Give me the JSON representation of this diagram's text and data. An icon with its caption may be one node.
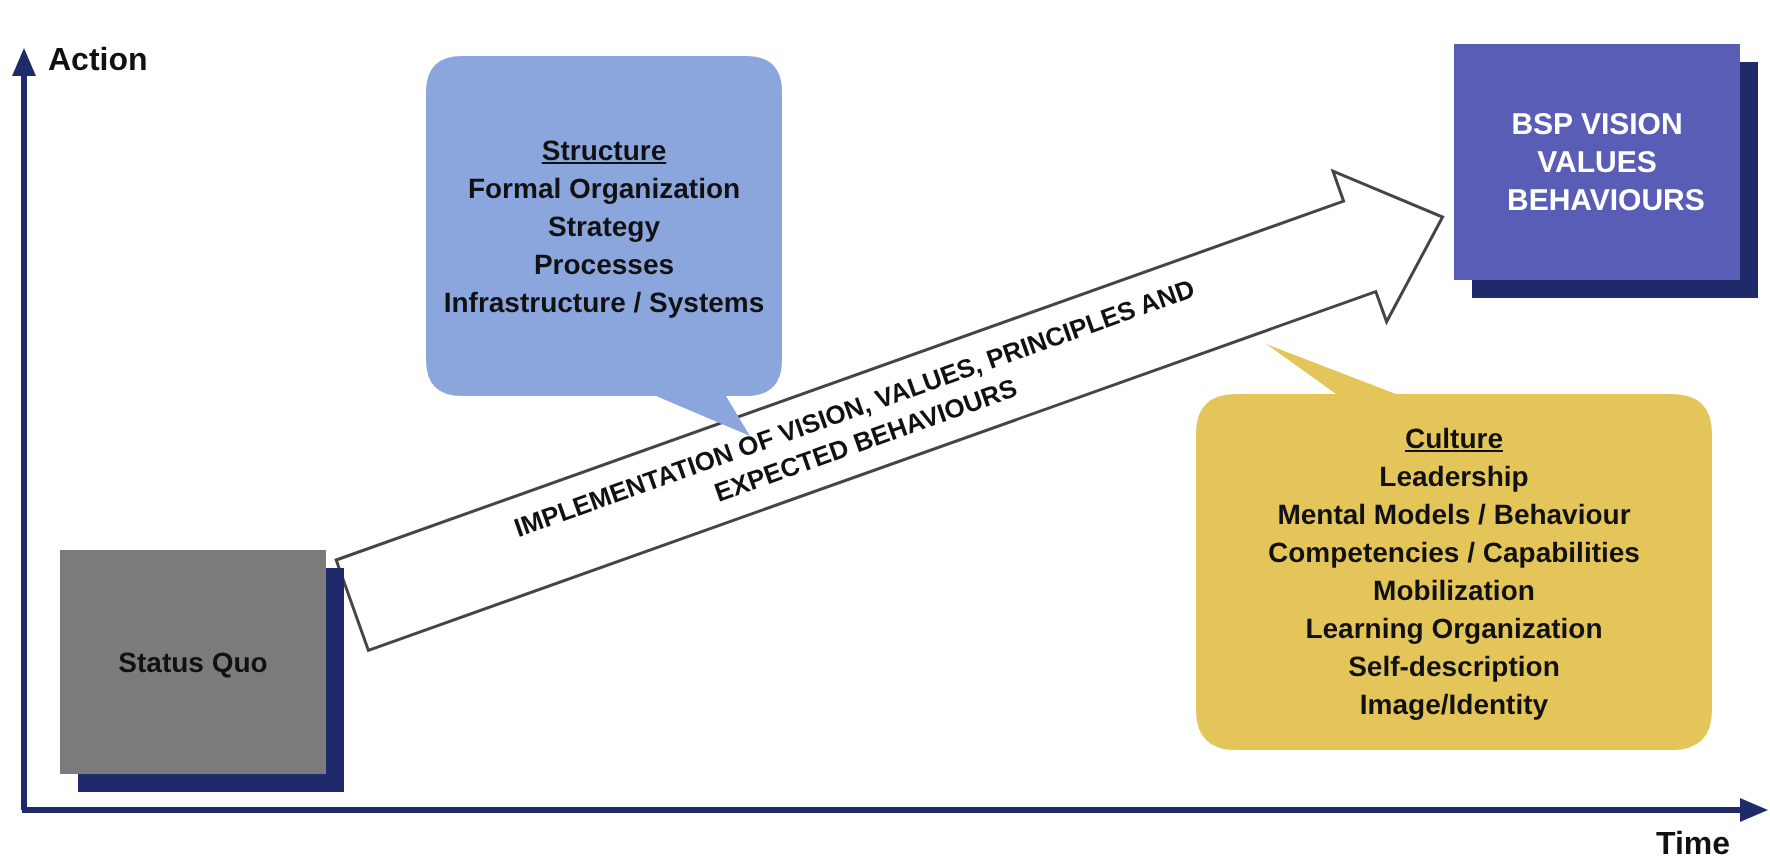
{
  "diagram": {
    "nodes": [
      {
        "text": [
          "Status Quo"
        ]
      },
      {
        "text": [
          "BSP VISION VALUES BEHAVIOURS"
        ]
      },
      {
        "text": [
          "Structure",
          "Formal Organization",
          "Strategy",
          "Processes",
          "Infrastructure / Systems"
        ]
      },
      {
        "text": [
          "Culture",
          "Leadership",
          "Mental Models / Behaviour",
          "Competencies / Capabilities",
          "Mobilization",
          "Learning Organization",
          "Self-description",
          "Image/Identity"
        ]
      }
    ],
    "edges": [
      {
        "from": 0,
        "to": 1,
        "arrow": "to",
        "style": "thick",
        "label": "IMPLEMENTATION OF VISION, VALUES, PRINCIPLES AND EXPECTED BEHAVIOURS"
      }
    ],
    "labels": [
      "Action",
      "Time"
    ]
  }
}
